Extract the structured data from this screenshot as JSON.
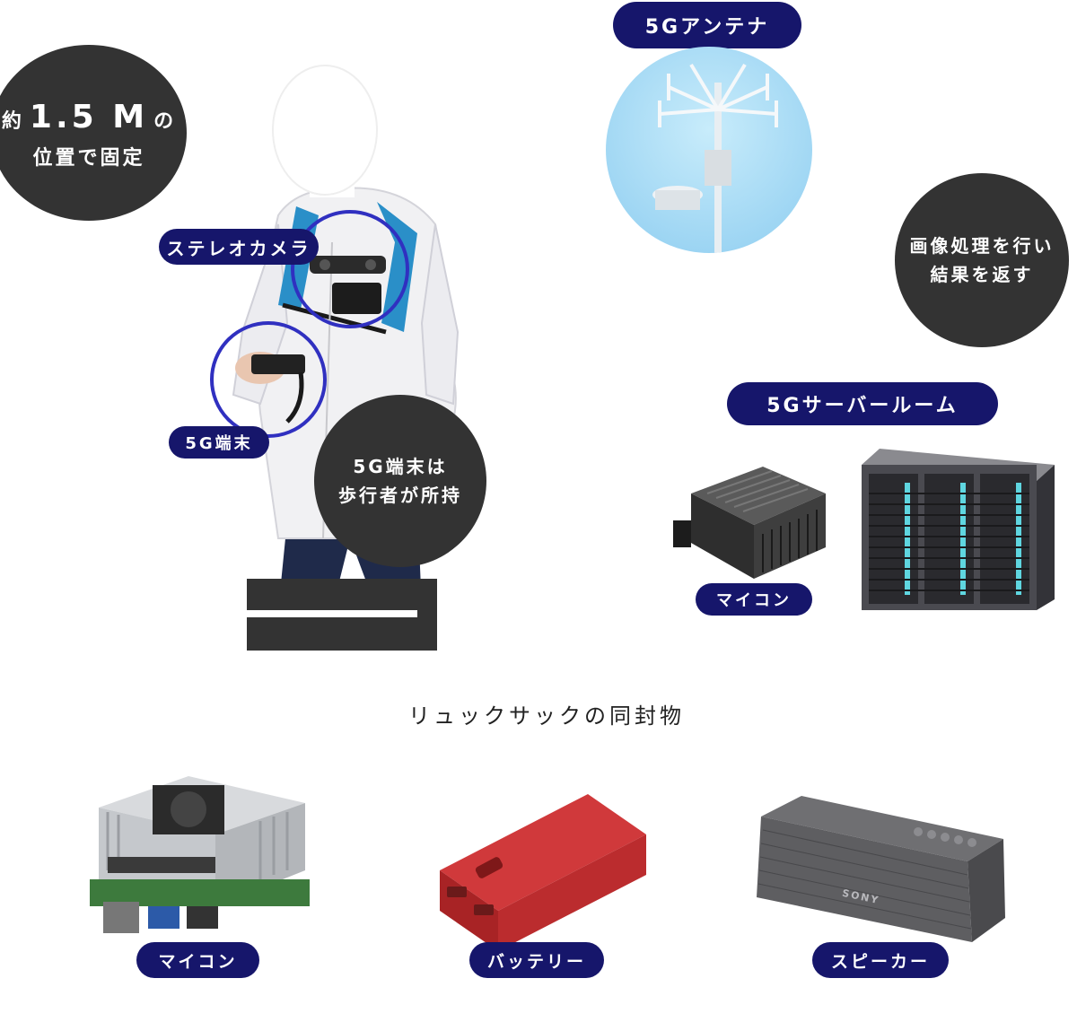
{
  "antenna": {
    "label": "5Gアンテナ"
  },
  "height_bubble": {
    "prefix": "約",
    "value": "1.5 M",
    "suffix": "の",
    "line2": "位置で固定"
  },
  "processing_bubble": {
    "line1": "画像処理を行い",
    "line2": "結果を返す"
  },
  "carry_bubble": {
    "line1": "5G端末は",
    "line2": "歩行者が所持"
  },
  "person_labels": {
    "stereo_camera": "ステレオカメラ",
    "terminal": "5G端末"
  },
  "server_room": {
    "label": "5Gサーバールーム",
    "micro_label": "マイコン"
  },
  "backpack": {
    "heading": "リュックサックの同封物",
    "items": [
      {
        "label": "マイコン"
      },
      {
        "label": "バッテリー"
      },
      {
        "label": "スピーカー"
      }
    ],
    "speaker_brand": "SONY"
  },
  "colors": {
    "navy": "#16166b",
    "bubble": "#333333",
    "ring": "#3030c0",
    "sky": "#9ed8f5"
  }
}
